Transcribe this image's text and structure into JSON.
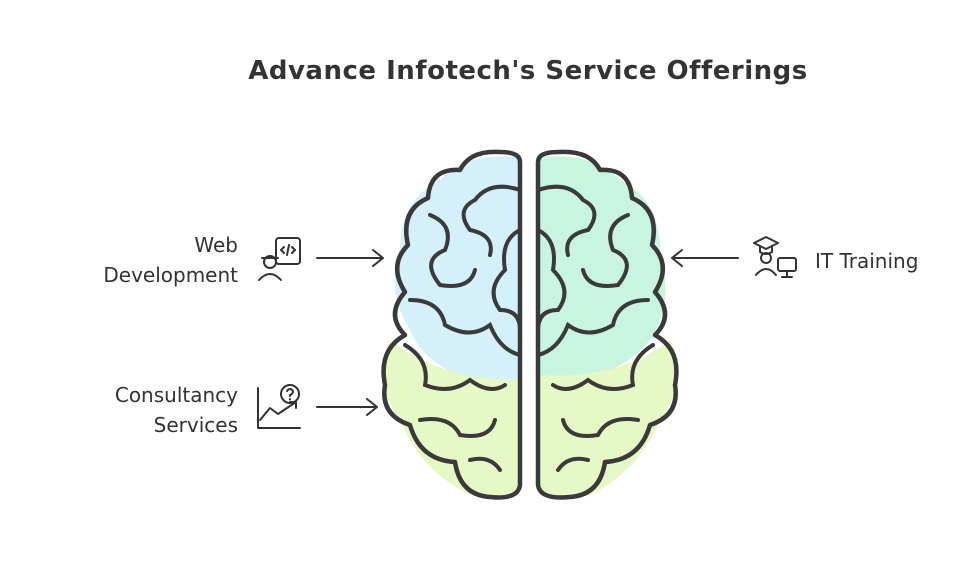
{
  "title": "Advance Infotech's Service Offerings",
  "items": [
    {
      "label_line1": "Web",
      "label_line2": "Development",
      "icon": "developer-code-icon",
      "side": "left",
      "color": "#d4f0fb"
    },
    {
      "label_line1": "Consultancy",
      "label_line2": "Services",
      "icon": "chart-question-icon",
      "side": "left",
      "color": "#e6f8c4"
    },
    {
      "label_line1": "IT Training",
      "icon": "graduate-computer-icon",
      "side": "right",
      "color": "#c8f5df"
    }
  ]
}
